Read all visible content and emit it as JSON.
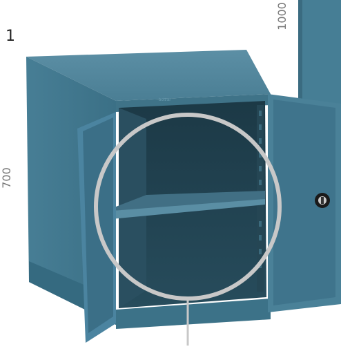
{
  "figure": {
    "step_number": "1",
    "height_label": "700",
    "secondary_height_label": "1000",
    "brand_mark": "bottrar",
    "colors": {
      "cabinet_main": "#41788e",
      "cabinet_dark": "#2c5668",
      "cabinet_light": "#5d91a6",
      "interior": "#1f3f4d",
      "ring": "#c8c8c8",
      "background": "#ffffff"
    }
  }
}
